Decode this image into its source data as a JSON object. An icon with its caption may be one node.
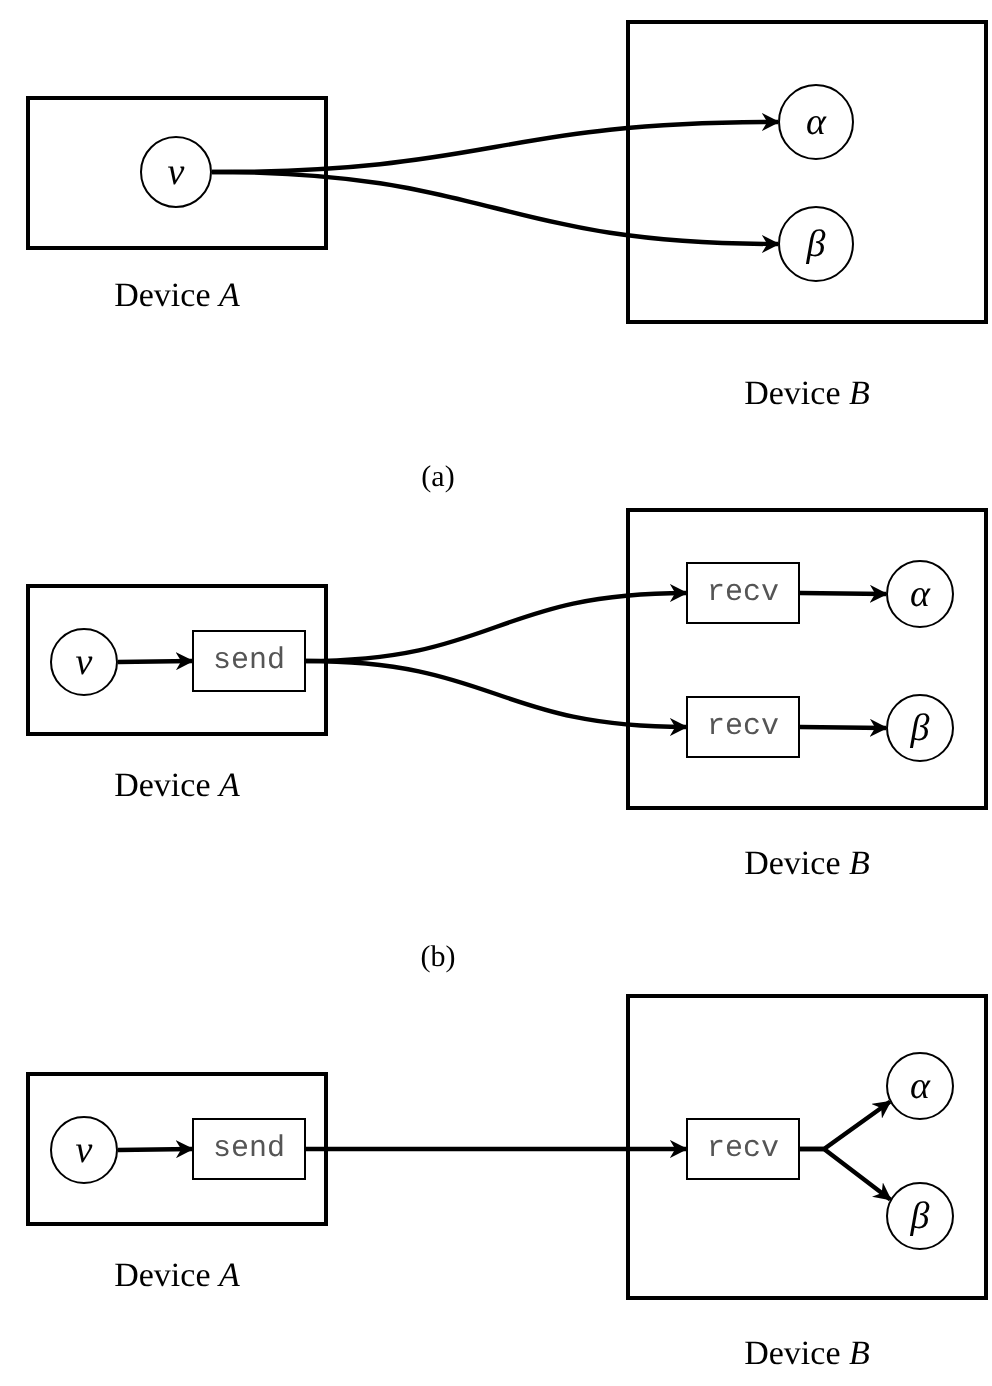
{
  "diagram": {
    "nodes": [
      {
        "text": [
          "Device *A*"
        ]
      },
      {
        "text": [
          "ν"
        ],
        "in": 0
      },
      {
        "text": [
          "Device *B*"
        ]
      },
      {
        "text": [
          "α"
        ],
        "in": 2
      },
      {
        "text": [
          "β"
        ],
        "in": 2
      },
      {
        "text": [
          "Device *A*"
        ]
      },
      {
        "text": [
          "ν"
        ],
        "in": 5
      },
      {
        "text": [
          "send"
        ],
        "in": 5
      },
      {
        "text": [
          "Device *B*"
        ]
      },
      {
        "text": [
          "recv"
        ],
        "in": 8
      },
      {
        "text": [
          "α"
        ],
        "in": 8
      },
      {
        "text": [
          "recv"
        ],
        "in": 8
      },
      {
        "text": [
          "β"
        ],
        "in": 8
      },
      {
        "text": [
          "Device *A*"
        ]
      },
      {
        "text": [
          "ν"
        ],
        "in": 13
      },
      {
        "text": [
          "send"
        ],
        "in": 13
      },
      {
        "text": [
          "Device *B*"
        ]
      },
      {
        "text": [
          "recv"
        ],
        "in": 16
      },
      {
        "text": [
          "α"
        ],
        "in": 16
      },
      {
        "text": [
          "β"
        ],
        "in": 16
      }
    ],
    "edges": [
      {
        "from": 1,
        "to": 3,
        "arrow": "to"
      },
      {
        "from": 1,
        "to": 4,
        "arrow": "to"
      },
      {
        "from": 6,
        "to": 7,
        "arrow": "to"
      },
      {
        "from": 7,
        "to": 9,
        "arrow": "to"
      },
      {
        "from": 7,
        "to": 11,
        "arrow": "to"
      },
      {
        "from": 9,
        "to": 10,
        "arrow": "to"
      },
      {
        "from": 11,
        "to": 12,
        "arrow": "to"
      },
      {
        "from": 14,
        "to": 15,
        "arrow": "to"
      },
      {
        "from": 15,
        "to": 17,
        "arrow": "to"
      },
      {
        "from": 17,
        "to": 18,
        "arrow": "to"
      },
      {
        "from": 17,
        "to": 19,
        "arrow": "to"
      }
    ],
    "labels": [
      "(a)",
      "(b)"
    ]
  }
}
